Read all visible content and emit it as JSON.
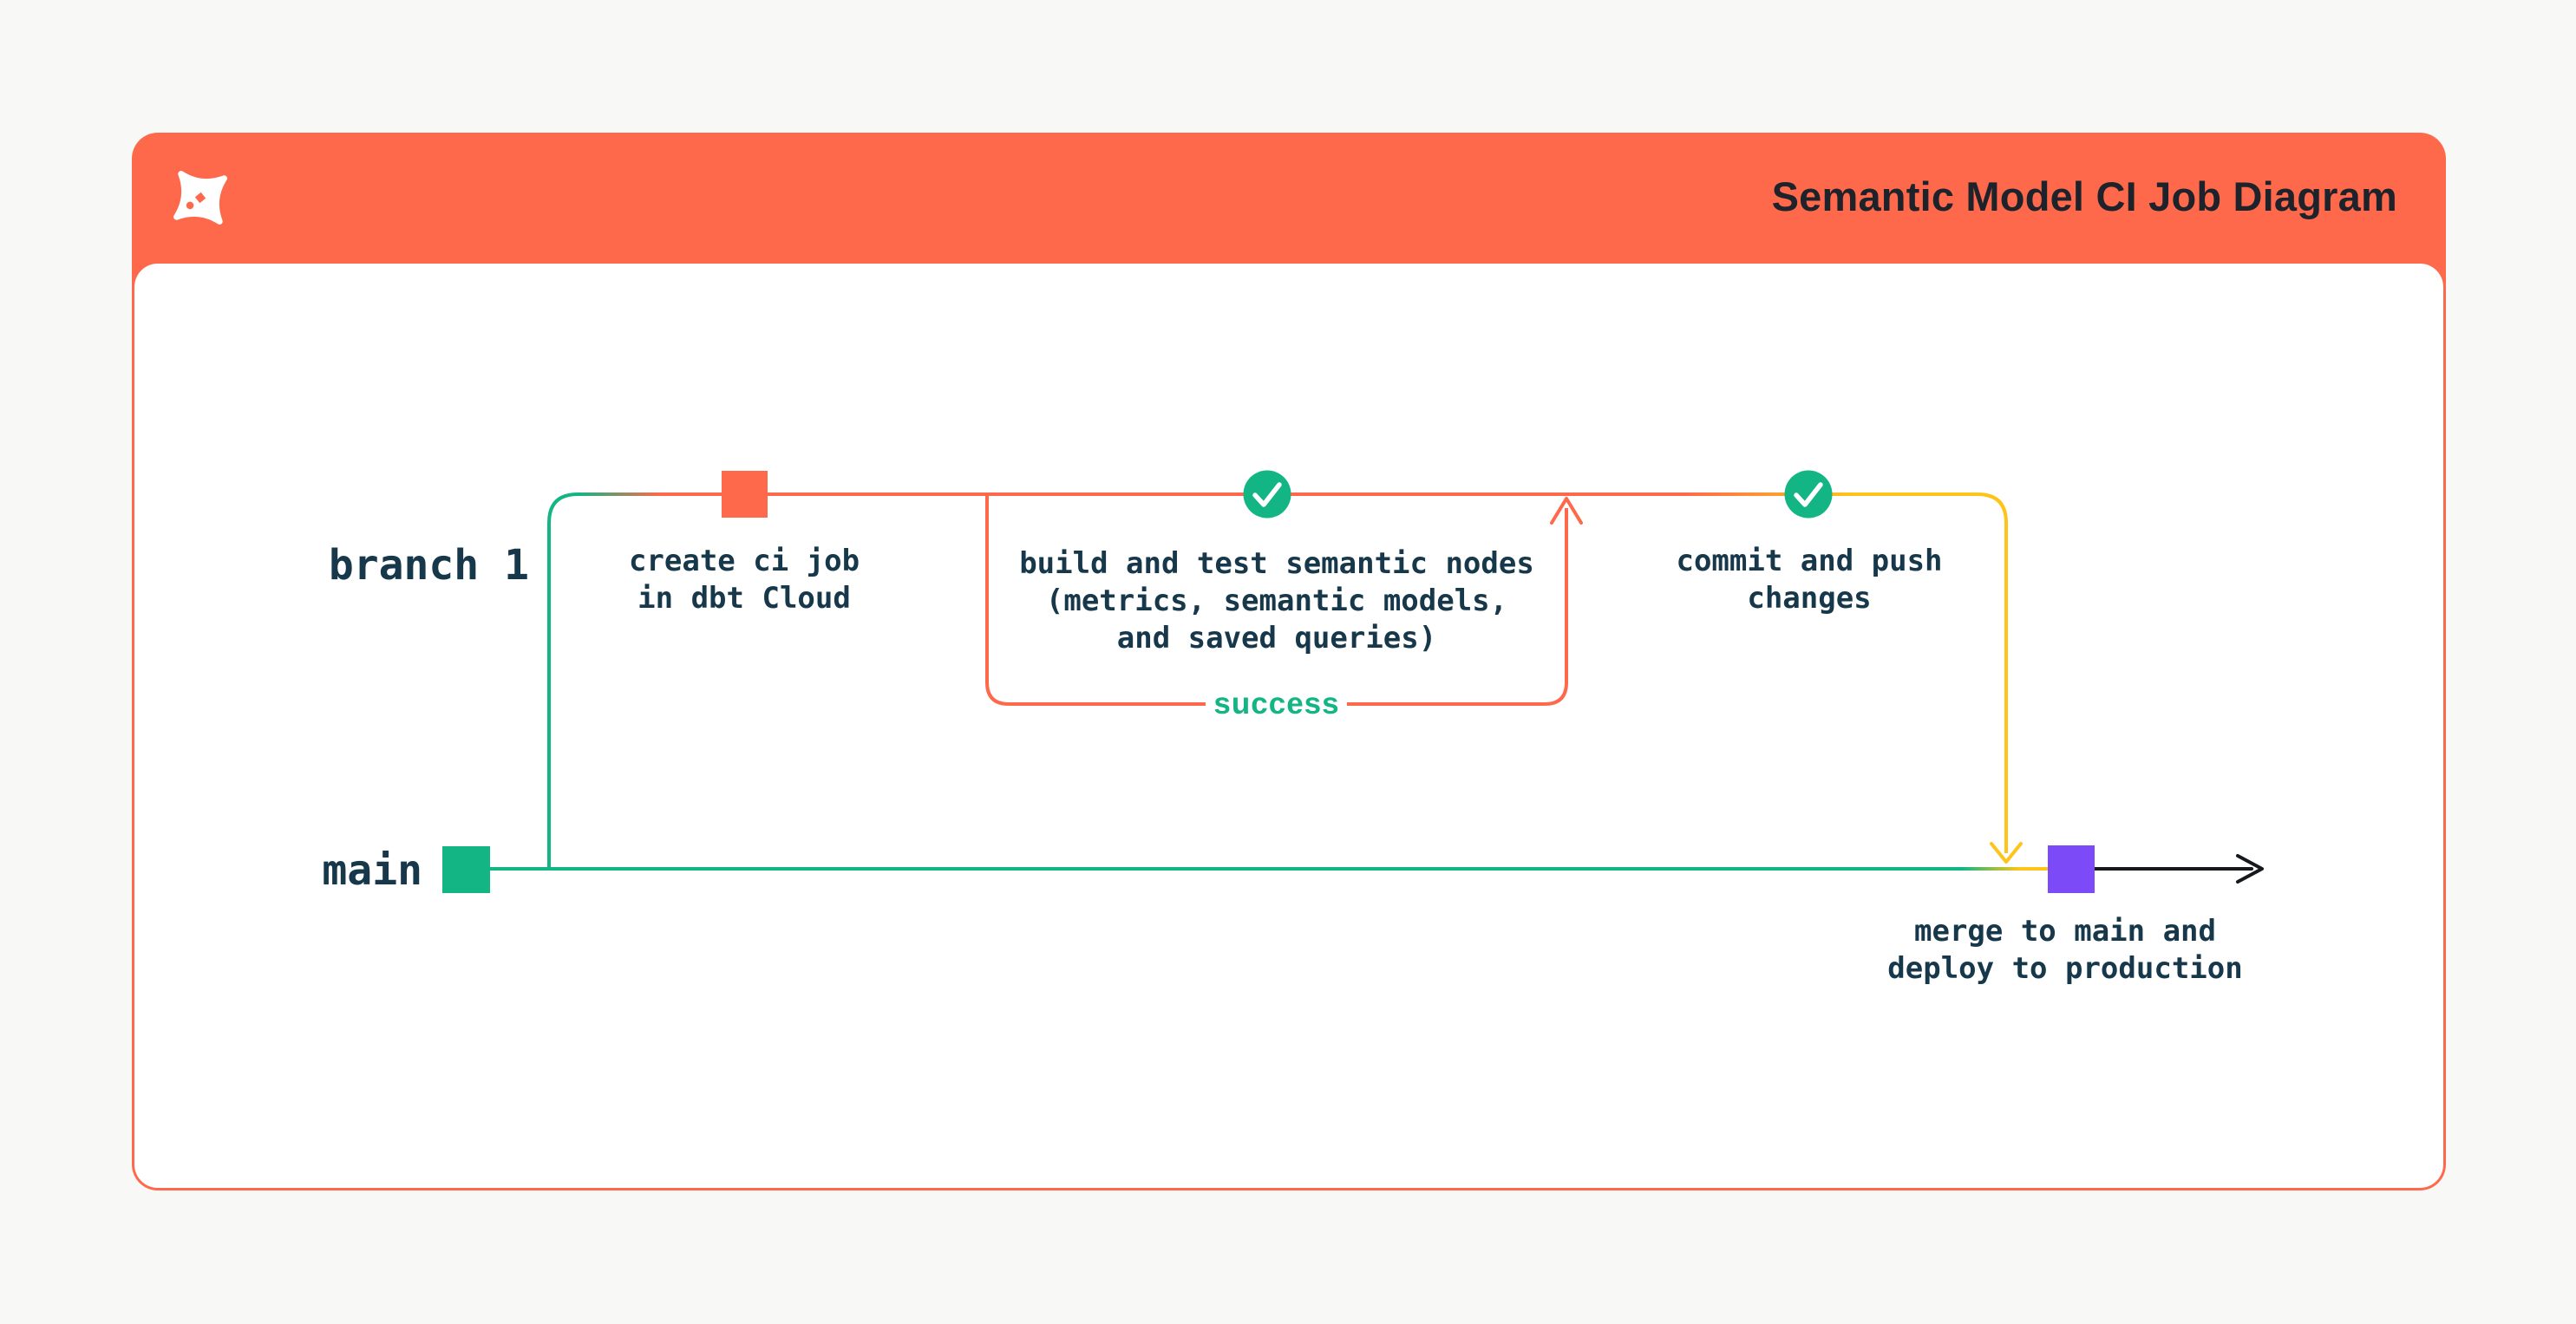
{
  "header": {
    "title": "Semantic Model CI Job Diagram",
    "logo": "dbt-logo"
  },
  "lanes": {
    "branch": "branch 1",
    "main": "main"
  },
  "nodes": {
    "create_ci": {
      "label": "create ci job\nin dbt Cloud",
      "marker": "orange-square-commit"
    },
    "build_test": {
      "label": "build and test semantic nodes\n(metrics, semantic models,\nand saved queries)",
      "marker": "green-check-circle"
    },
    "commit_push": {
      "label": "commit and push\nchanges",
      "marker": "green-check-circle"
    },
    "merge_deploy": {
      "label": "merge to main and\ndeploy to production",
      "marker": "purple-square-commit"
    }
  },
  "edges": {
    "success_label": "success"
  },
  "colors": {
    "orange": "#FF694B",
    "green": "#12B583",
    "yellow": "#FFC419",
    "purple": "#7C4BF7",
    "ink": "#16384A",
    "title_ink": "#1E222B",
    "page_bg": "#F8F8F7",
    "card_bg": "#FFFFFF",
    "arrow_black": "#15181C"
  }
}
